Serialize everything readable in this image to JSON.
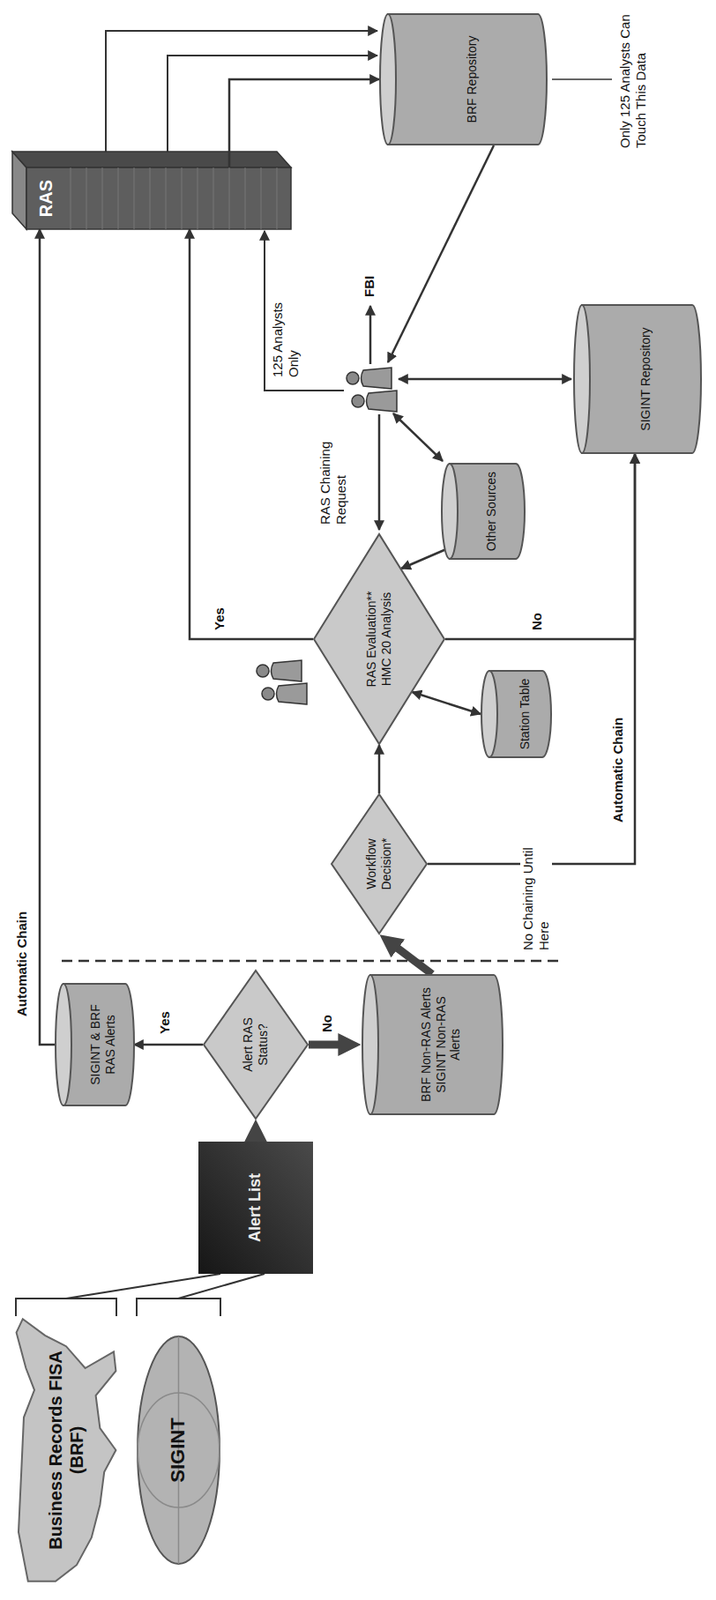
{
  "diagram": {
    "nodes": [
      {
        "text": [
          "Business Records FISA (BRF)"
        ]
      },
      {
        "text": [
          "SIGINT"
        ]
      },
      {
        "text": [
          "Alert List"
        ]
      },
      {
        "text": [
          "Alert RAS Status?"
        ]
      },
      {
        "text": [
          "SIGINT & BRF RAS Alerts"
        ]
      },
      {
        "text": [
          "BRF Non-RAS Alerts",
          "SIGINT Non-RAS Alerts"
        ]
      },
      {
        "text": [
          "Workflow Decision*"
        ]
      },
      {
        "text": [
          "RAS Evaluation**",
          "HMC 20 Analysis"
        ]
      },
      {
        "text": [
          "Station Table"
        ]
      },
      {
        "text": [
          "Other Sources"
        ]
      },
      {
        "text": [
          "RAS"
        ]
      },
      {
        "text": [
          "BRF Repository"
        ]
      },
      {
        "text": [
          "SIGINT Repository"
        ]
      }
    ],
    "edges": [
      {
        "from": 2,
        "to": 3,
        "arrow": "to"
      },
      {
        "from": 3,
        "to": 4,
        "label": "Yes",
        "arrow": "to"
      },
      {
        "from": 3,
        "to": 5,
        "label": "No",
        "arrow": "to"
      },
      {
        "from": 4,
        "to": 10,
        "label": "Automatic Chain",
        "arrow": "to"
      },
      {
        "from": 5,
        "to": 6,
        "arrow": "to"
      },
      {
        "from": 6,
        "to": 7,
        "arrow": "to"
      },
      {
        "from": 6,
        "to": 12,
        "label": "Automatic Chain",
        "arrow": "to"
      },
      {
        "from": 7,
        "to": 10,
        "label": "Yes",
        "arrow": "to"
      },
      {
        "from": 7,
        "to": 12,
        "label": "No",
        "arrow": "to"
      },
      {
        "from": 7,
        "to": 8,
        "arrow": "both"
      },
      {
        "from": 9,
        "to": 7,
        "arrow": "to"
      },
      {
        "from": 10,
        "to": 11,
        "arrow": "to"
      }
    ],
    "labels": [
      "No Chaining Until Here",
      "RAS Chaining Request",
      "125 Analysts Only",
      "FBI",
      "Only 125 Analysts Can Touch This Data"
    ]
  }
}
